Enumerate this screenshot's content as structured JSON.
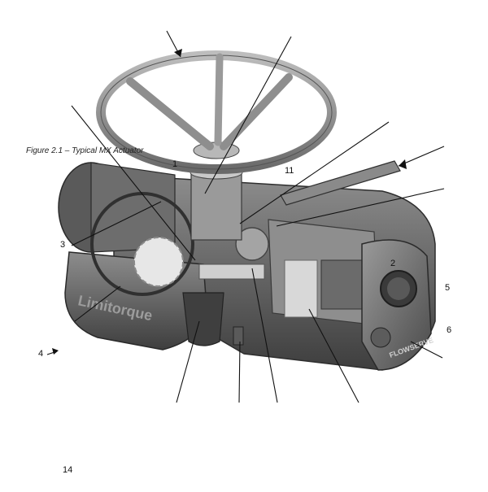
{
  "figure": {
    "caption": "Figure 2.1 – Typical MX Actuator"
  },
  "callouts": [
    {
      "id": "1",
      "text": "1"
    },
    {
      "id": "2",
      "text": "2"
    },
    {
      "id": "3",
      "text": "3"
    },
    {
      "id": "4",
      "text": "4"
    },
    {
      "id": "5",
      "text": "5"
    },
    {
      "id": "6",
      "text": "6"
    },
    {
      "id": "11",
      "text": "11"
    },
    {
      "id": "14",
      "text": "14"
    }
  ],
  "branding": {
    "housing_logo": "Limitorque",
    "cover_logo": "FLOWSERVE"
  },
  "colors": {
    "body_dark": "#4a4a4a",
    "body_mid": "#7a7a7a",
    "body_light": "#b9b9b9",
    "leader": "#111111"
  }
}
